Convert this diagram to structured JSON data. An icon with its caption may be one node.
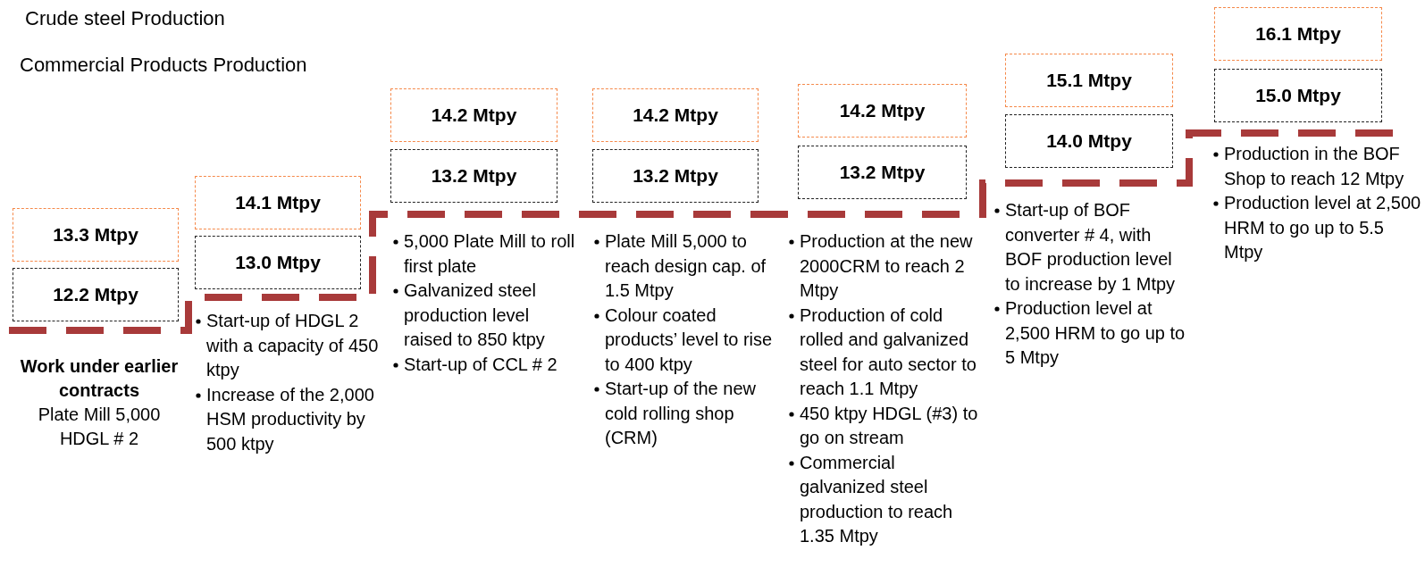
{
  "diagram": {
    "nodes": [
      {
        "text": [
          "13.3 Mtpy"
        ]
      },
      {
        "text": [
          "12.2 Mtpy"
        ]
      },
      {
        "text": [
          "14.1 Mtpy"
        ]
      },
      {
        "text": [
          "13.0 Mtpy"
        ]
      },
      {
        "text": [
          "14.2 Mtpy"
        ]
      },
      {
        "text": [
          "13.2 Mtpy"
        ]
      },
      {
        "text": [
          "14.2 Mtpy"
        ]
      },
      {
        "text": [
          "13.2 Mtpy"
        ]
      },
      {
        "text": [
          "14.2 Mtpy"
        ]
      },
      {
        "text": [
          "13.2 Mtpy"
        ]
      },
      {
        "text": [
          "15.1 Mtpy"
        ]
      },
      {
        "text": [
          "14.0 Mtpy"
        ]
      },
      {
        "text": [
          "16.1 Mtpy"
        ]
      },
      {
        "text": [
          "15.0 Mtpy"
        ]
      }
    ],
    "labels": [
      "Crude steel Production",
      "Commercial Products Production",
      "Work under earlier contracts",
      "Plate Mill 5,000 HDGL # 2",
      "Start-up of HDGL 2 with a capacity of 450 ktpy",
      "Increase of the 2,000 HSM productivity by 500 ktpy",
      "5,000 Plate Mill to roll first plate",
      "Galvanized steel production level raised to 850 ktpy",
      "Start-up of CCL # 2",
      "Plate Mill 5,000 to reach design cap. of 1.5 Mtpy",
      "Colour coated products’ level to rise to 400 ktpy",
      "Start-up of the new cold rolling shop (CRM)",
      "Production at the new 2000CRM to reach 2 Mtpy",
      "Production of cold rolled and galvanized steel for auto sector to reach 1.1 Mtpy",
      "450 ktpy HDGL (#3) to go on stream",
      "Commercial galvanized steel production to reach 1.35 Mtpy",
      "Start-up of BOF converter # 4, with BOF production level to increase by 1 Mtpy",
      "Production level at 2,500 HRM to go up to 5 Mtpy",
      "Production in the BOF Shop to reach 12 Mtpy",
      "Production level at 2,500 HRM to go up to 5.5 Mtpy"
    ]
  }
}
